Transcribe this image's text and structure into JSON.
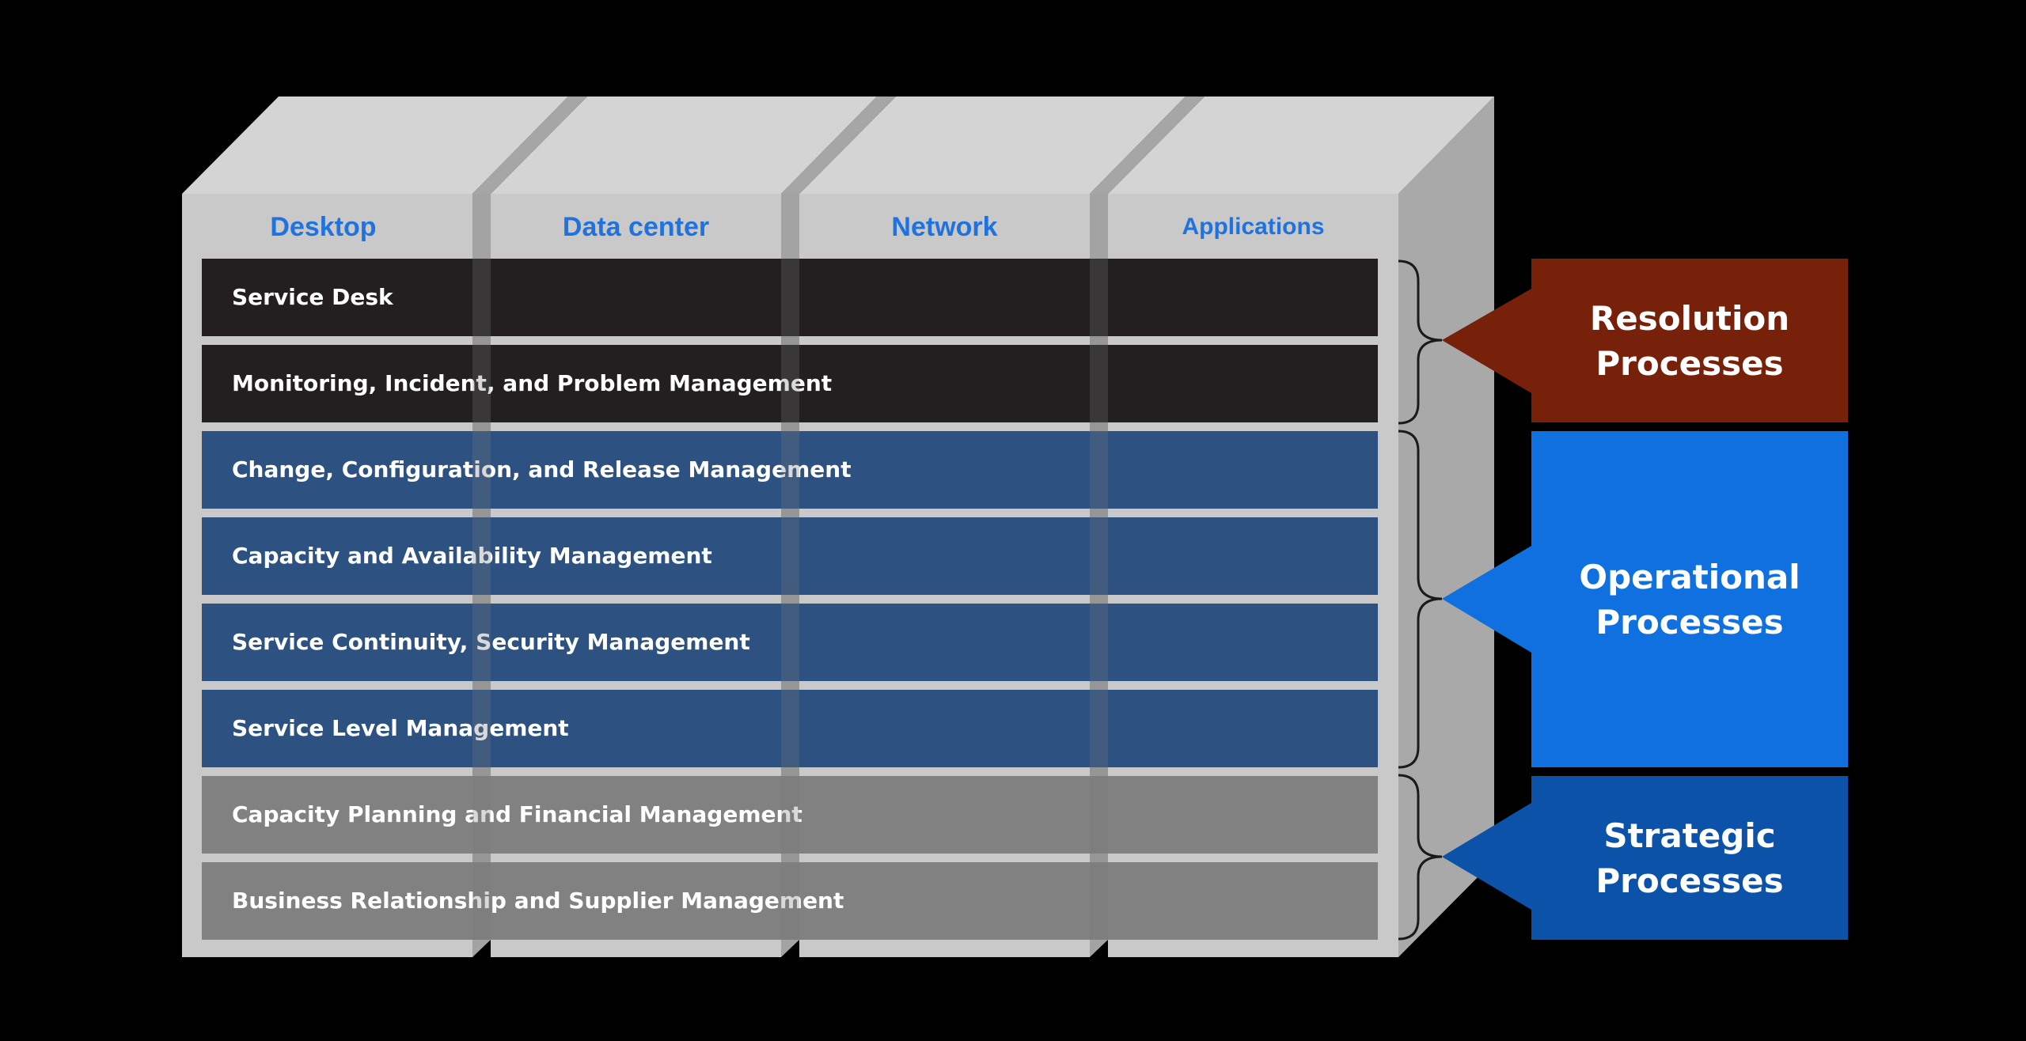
{
  "colors": {
    "background": "#000000",
    "column_face": "#c9c9c9",
    "column_top": "#d6d6d6",
    "column_side": "#a9a9a9",
    "header_text": "#1f73e0",
    "resolution_rows": "#231f20",
    "operational_rows": "#2d5282",
    "strategic_rows": "#818181",
    "resolution_box": "#77200a",
    "operational_box": "#1170e0",
    "strategic_box": "#0b52a8"
  },
  "columns": [
    "Desktop",
    "Data center",
    "Network",
    "Applications"
  ],
  "rows": [
    {
      "label": "Service Desk",
      "group": "resolution"
    },
    {
      "label": "Monitoring, Incident, and Problem Management",
      "group": "resolution"
    },
    {
      "label": "Change, Configuration, and Release Management",
      "group": "operational"
    },
    {
      "label": "Capacity and Availability Management",
      "group": "operational"
    },
    {
      "label": "Service Continuity, Security Management",
      "group": "operational"
    },
    {
      "label": "Service Level Management",
      "group": "operational"
    },
    {
      "label": "Capacity Planning and Financial Management",
      "group": "strategic"
    },
    {
      "label": "Business Relationship and Supplier Management",
      "group": "strategic"
    }
  ],
  "processes": {
    "resolution": {
      "line1": "Resolution",
      "line2": "Processes"
    },
    "operational": {
      "line1": "Operational",
      "line2": "Processes"
    },
    "strategic": {
      "line1": "Strategic",
      "line2": "Processes"
    }
  }
}
